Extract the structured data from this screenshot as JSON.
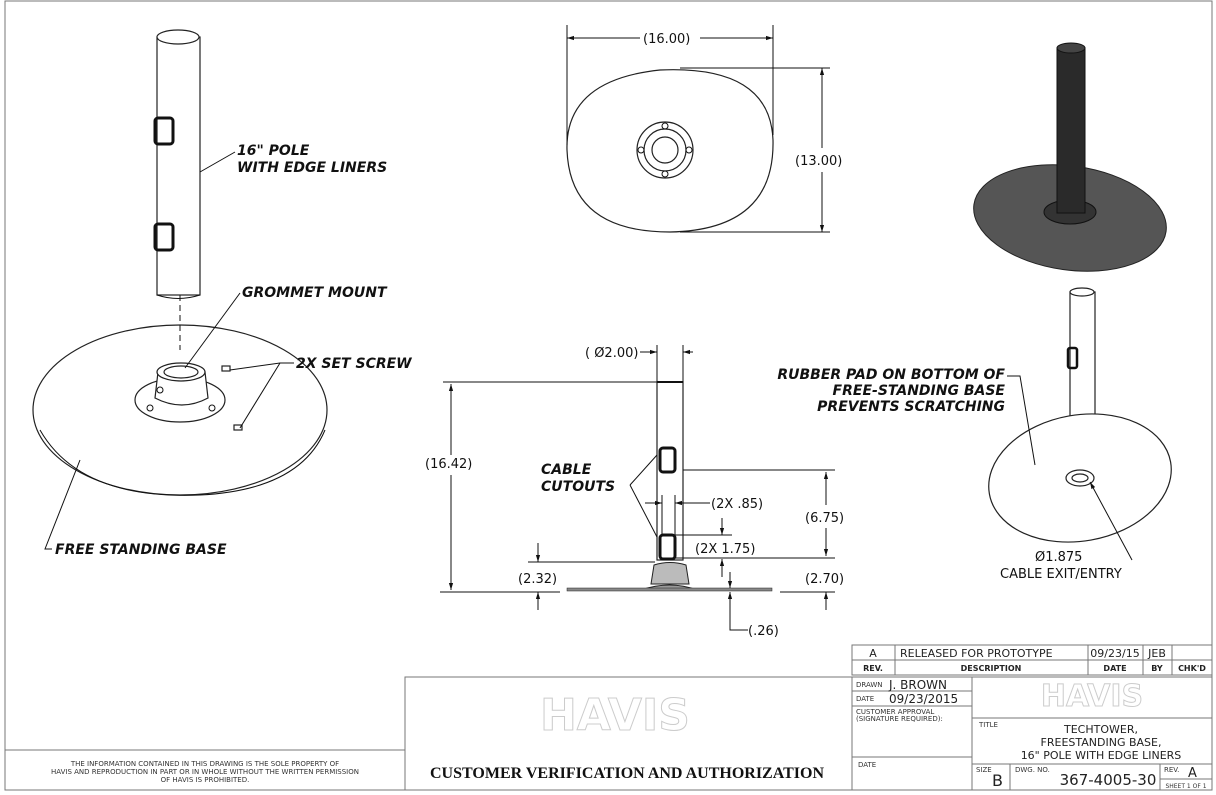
{
  "callouts": {
    "pole": [
      "16\" POLE",
      "WITH EDGE LINERS"
    ],
    "grommet": "GROMMET MOUNT",
    "set_screw": "2X SET SCREW",
    "base": "FREE STANDING BASE",
    "cable_cutouts": [
      "CABLE",
      "CUTOUTS"
    ],
    "rubber_pad": [
      "RUBBER PAD ON BOTTOM OF",
      "FREE-STANDING BASE",
      "PREVENTS SCRATCHING"
    ]
  },
  "dimensions": {
    "width": "(16.00)",
    "depth": "(13.00)",
    "diameter": "( Ø2.00)",
    "height": "(16.42)",
    "cutout_width": "(2X .85)",
    "cutout_height": "(2X 1.75)",
    "cutout_spacing": "(6.75)",
    "grommet_height": "(2.32)",
    "cutout_offset": "(2.70)",
    "base_thickness": "(.26)",
    "cable_exit": "Ø1.875",
    "cable_exit_label": "CABLE EXIT/ENTRY"
  },
  "revision_table": {
    "headers": [
      "REV.",
      "DESCRIPTION",
      "DATE",
      "BY",
      "CHK'D"
    ],
    "rows": [
      [
        "A",
        "RELEASED FOR PROTOTYPE",
        "09/23/15",
        "JEB",
        ""
      ]
    ]
  },
  "title_block": {
    "drawn_label": "DRAWN",
    "drawn_by": "J. BROWN",
    "date_label": "DATE",
    "date": "09/23/2015",
    "approval_label": [
      "CUSTOMER APPROVAL",
      "(SIGNATURE REQUIRED):"
    ],
    "date2_label": "DATE",
    "logo": "HAVIS",
    "title_label": "TITLE",
    "title": [
      "TECHTOWER,",
      "FREESTANDING BASE,",
      "16\" POLE WITH EDGE LINERS"
    ],
    "size_label": "SIZE",
    "size": "B",
    "dwg_label": "DWG.  NO.",
    "dwg_no": "367-4005-30",
    "rev_label": "REV.",
    "rev": "A",
    "sheet": "SHEET 1 OF 1",
    "verification": "CUSTOMER  VERIFICATION AND AUTHORIZATION",
    "legal": [
      "THE INFORMATION CONTAINED IN THIS DRAWING IS THE SOLE PROPERTY OF",
      "HAVIS AND REPRODUCTION IN PART OR IN WHOLE WITHOUT THE WRITTEN PERMISSION",
      "OF HAVIS IS PROHIBITED."
    ]
  }
}
